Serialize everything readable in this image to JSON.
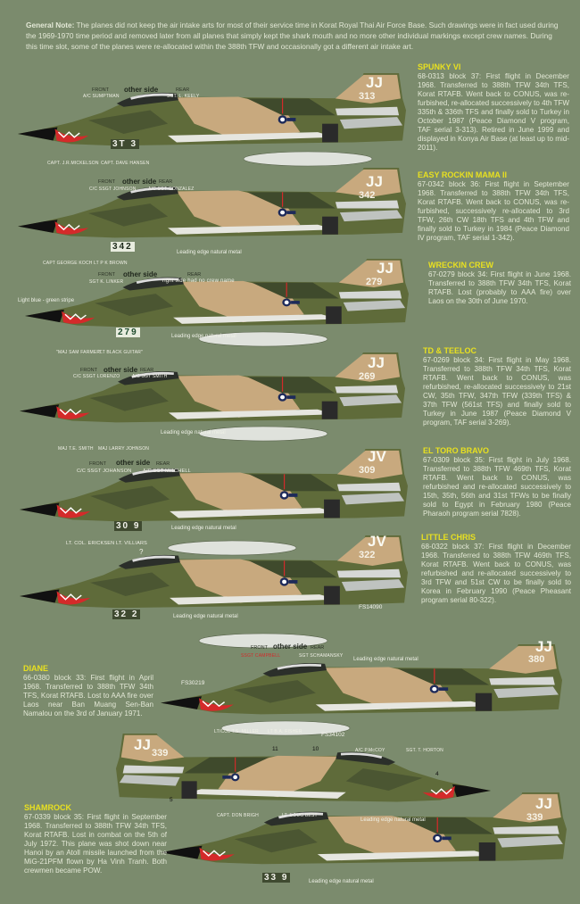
{
  "general_note": {
    "label": "General Note:",
    "text": " The planes did not keep the air intake arts for most of their service time in Korat Royal Thai Air Force Base. Such drawings were in fact used during the 1969-1970 time period and removed later from all planes that simply kept the shark mouth and no more other individual markings except crew names. During this time slot, some of the planes were re-allocated within the 388th TFW and occasionally got a different air intake art."
  },
  "common": {
    "front": "FRONT",
    "rear": "REAR",
    "other_side": "other side",
    "leading_edge": "Leading edge natural metal"
  },
  "planes": [
    {
      "name": "SPUNKY VI",
      "text": "68-0313 block 37: First flight in December 1968. Transferred to 388th TFW 34th TFS, Korat RTAFB. Went back to CONUS, was re-furbished, re-allocated successively to 4th TFW 335th & 336th TFS and finally sold to Turkey in October 1987 (Peace Diamond V program, TAF serial 3-313). Retired in June 1999 and displayed in Konya Air Base (at least up to mid-2011).",
      "tail": "JJ",
      "serial": "313",
      "nose": "3T 3",
      "front_crew": "A/C SUMPTMAN",
      "rear_crew": "SGT. L. KEELY",
      "pilot": "CAPT. J.R.MICKELSON",
      "wso": "CAPT. DAVE HANSEN"
    },
    {
      "name": "EASY ROCKIN MAMA II",
      "text": "67-0342 block 36: First flight in September 1968. Transferred to 388th TFW 34th TFS, Korat RTAFB. Went back to CONUS, was re-furbished, successively re-allocated to 3rd TFW, 26th CW 18th TFS and 4th TFW and finally sold to Turkey in 1984 (Peace Diamond IV program, TAF serial 1-342).",
      "tail": "JJ",
      "serial": "342",
      "nose": "342",
      "front_crew": "C/C SSGT JOHNSON",
      "rear_crew": "A/C SGT GONZALEZ",
      "pilot": "CAPT GEORGE KOCH",
      "wso": "LT P K BROWN"
    },
    {
      "name": "WRECKIN CREW",
      "text": "67-0279 block 34: First flight in June 1968. Transferred to 388th TFW 34th TFS, Korat RTAFB. Lost (probably to AAA fire) over Laos on the 30th of June 1970.",
      "tail": "JJ",
      "serial": "279",
      "nose": "279",
      "front_crew": "SGT K. LINKER",
      "rear_crew": "right side had no crew name",
      "pilot": "\"MAJ SAM FARMER\"",
      "wso": "\"LT BLACK GUITAR\"",
      "stripe": "Light blue - green stripe"
    },
    {
      "name": "TD & TEELOC",
      "text": "67-0269 block 34: First flight in May 1968. Transferred to 388th TFW 34th TFS, Korat RTAFB. Went back to CONUS, was refurbished, re-allocated successively to 21st CW, 35th TFW, 347th TFW (339th TFS) & 37th TFW (561st TFS) and finally sold to Turkey in June 1987 (Peace Diamond V program, TAF serial 3-269).",
      "tail": "JJ",
      "serial": "269",
      "nose": "",
      "front_crew": "C/C SSGT LORENZO",
      "rear_crew": "A/C SGT SMITH",
      "pilot": "MAJ T.E. SMITH",
      "wso": "MAJ LARRY JOHNSON"
    },
    {
      "name": "EL TORO BRAVO",
      "text": "67-0309 block 35: First flight in July 1968. Transferred to 388th TFW 469th TFS, Korat RTAFB. Went back to CONUS, was refurbished and re-allocated successively to 15th, 35th, 56th and 31st TFWs to be finally sold to Egypt in February 1980 (Peace Pharaoh program serial 7828).",
      "tail": "JV",
      "serial": "309",
      "nose": "30 9",
      "front_crew": "C/C SSGT JOHANSON",
      "rear_crew": "A/C SGT MITCHELL",
      "pilot": "LT. COL. ERICKSEN",
      "wso": "LT. VILLIARS"
    },
    {
      "name": "LITTLE CHRIS",
      "text": "68-0322 block 37: First flight in December 1968. Transferred to 388th TFW 469th TFS, Korat RTAFB. Went back to CONUS, was refurbished and re-allocated successively to 3rd TFW and 51st CW to be finally sold to Korea in February 1990 (Peace Pheasant program serial 80-322).",
      "tail": "JV",
      "serial": "322",
      "nose": "32 2",
      "question": "?",
      "fs": "FS14090"
    },
    {
      "name": "DIANE",
      "text": "66-0380 block 33: First flight in April 1968. Transferred to 388th TFW 34th TFS, Korat RTAFB. Lost to AAA fire over Laos near Ban Muang Sen-Ban Namalou on the 3rd of January 1971.",
      "tail": "JJ",
      "serial": "380",
      "front_crew": "SSGT CAMPBELL",
      "rear_crew": "SGT SCHAMANSKY",
      "pilot": "LT/COL T.S. MILLER",
      "wso": "LT B.A. FISHER",
      "fs": "FS30219",
      "fs2": "FS34102"
    },
    {
      "name": "SHAMROCK",
      "text": "67-0339 block 35: First flight in September 1968. Transferred to 388th TFW 34th TFS, Korat RTAFB. Lost in combat on the 5th of July 1972. This plane was shot down near Hanoi by an Atoll missile launched from the MiG-21PFM flown by Ha Vinh Tranh. Both crewmen became POW.",
      "tail": "JJ",
      "serial": "339",
      "nose": "33 9",
      "front_crew": "A/C P.McCOY",
      "rear_crew": "SGT. T. HORTON",
      "pilot": "CAPT. DON BRIGH",
      "wso": "LT. DOUG BEST",
      "callouts": [
        "11",
        "10",
        "4",
        "5"
      ]
    }
  ],
  "colors": {
    "bg": "#7b8b6d",
    "olive": "#5f6b3a",
    "dark_green": "#3f4a2c",
    "tan": "#c8a97e",
    "title": "#e8e020"
  }
}
